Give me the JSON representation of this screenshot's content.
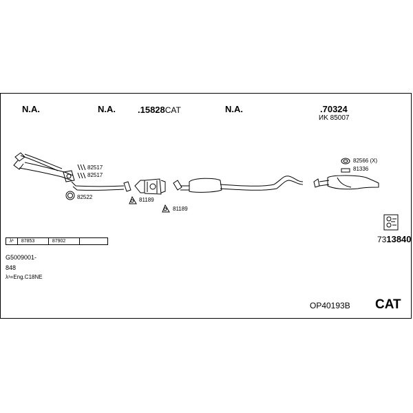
{
  "header_labels": [
    "N.A.",
    "N.A.",
    ".15828",
    "N.A.",
    ".70324"
  ],
  "cat_suffix": "CAT",
  "sub_ref": "ИK 85007",
  "parts": {
    "p82517a": "82517",
    "p82517b": "82517",
    "p82522": "82522",
    "p81189a": "81189",
    "p81189b": "81189",
    "p82566": "82566 (X)",
    "p81336": "81336"
  },
  "ref_table": {
    "lambda": "λ¹",
    "c1": "87853",
    "c2": "87902",
    "c3": ""
  },
  "article_number": {
    "prefix": "73",
    "suffix": "13840"
  },
  "footer": {
    "line1": "G5009001-",
    "line2": "848",
    "line3": "λ¹=Eng.C18NE",
    "model": "OP40193B",
    "cat": "CAT"
  }
}
